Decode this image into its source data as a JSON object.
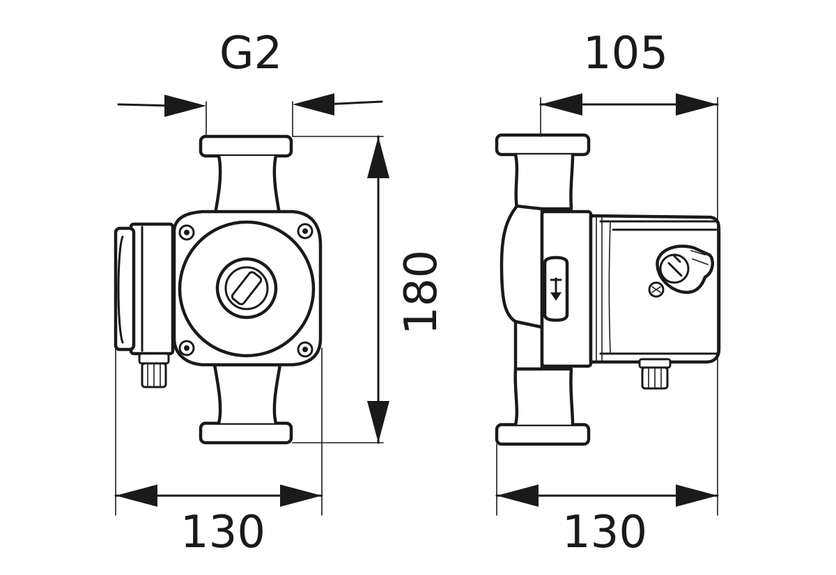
{
  "dimensions": {
    "thread": "G2",
    "side_depth": "105",
    "height": "180",
    "front_width": "130",
    "side_width": "130"
  },
  "colors": {
    "line": "#1a1a1a",
    "background": "#ffffff"
  }
}
